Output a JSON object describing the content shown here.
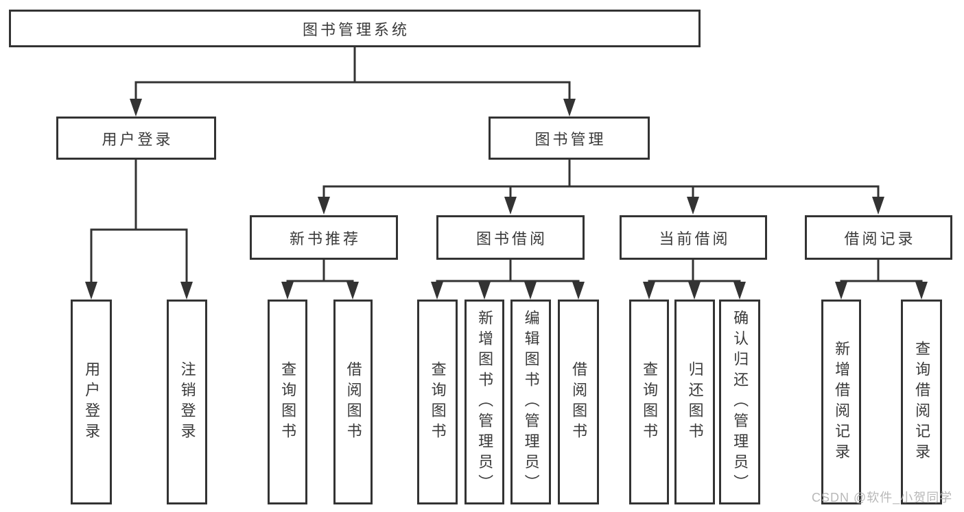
{
  "diagram": {
    "title": "图书管理系统",
    "tree": {
      "label": "图书管理系统",
      "children": [
        {
          "label": "用户登录",
          "children": [
            {
              "label": "用户登录"
            },
            {
              "label": "注销登录"
            }
          ]
        },
        {
          "label": "图书管理",
          "children": [
            {
              "label": "新书推荐",
              "children": [
                {
                  "label": "查询图书"
                },
                {
                  "label": "借阅图书"
                }
              ]
            },
            {
              "label": "图书借阅",
              "children": [
                {
                  "label": "查询图书"
                },
                {
                  "label": "新增图书（管理员）"
                },
                {
                  "label": "编辑图书（管理员）"
                },
                {
                  "label": "借阅图书"
                }
              ]
            },
            {
              "label": "当前借阅",
              "children": [
                {
                  "label": "查询图书"
                },
                {
                  "label": "归还图书"
                },
                {
                  "label": "确认归还（管理员）"
                }
              ]
            },
            {
              "label": "借阅记录",
              "children": [
                {
                  "label": "新增借阅记录"
                },
                {
                  "label": "查询借阅记录"
                }
              ]
            }
          ]
        }
      ]
    },
    "colors": {
      "line": "#333333",
      "text": "#3a3a3a",
      "background": "#ffffff",
      "watermark": "#b2b2b2"
    }
  },
  "watermark": {
    "text": "CSDN @软件_小贺同学"
  }
}
